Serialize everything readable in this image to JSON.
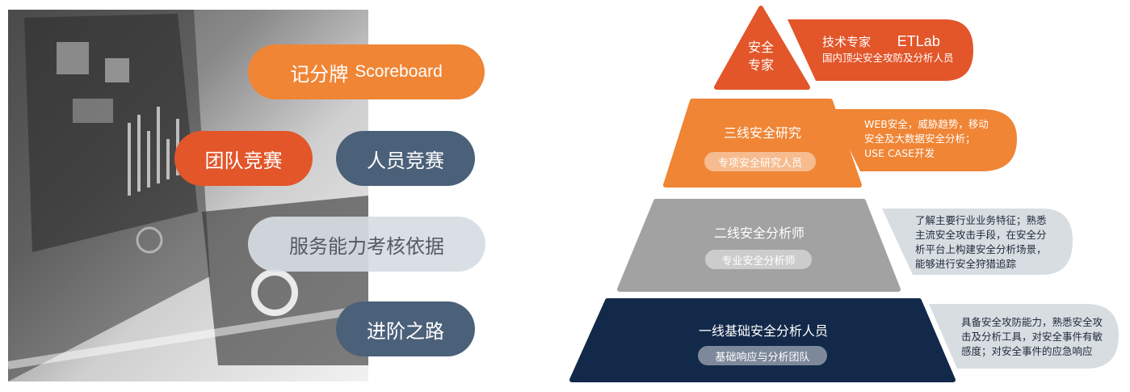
{
  "left_panel": {
    "scoreboard": {
      "cn": "记分牌",
      "en": "Scoreboard"
    },
    "team_match": "团队竞赛",
    "person_match": "人员竞赛",
    "assessment": "服务能力考核依据",
    "advance": "进阶之路"
  },
  "pyramid": {
    "tier1": {
      "title_line1": "安全",
      "title_line2": "专家",
      "note_title": "技术专家",
      "note_brand": "ETLab",
      "note_line": "国内顶尖安全攻防及分析人员"
    },
    "tier2": {
      "title": "三线安全研究",
      "tag": "专项安全研究人员",
      "note_lines": [
        "WEB安全，威胁趋势，移动",
        "安全及大数据安全分析；",
        "USE  CASE开发"
      ]
    },
    "tier3": {
      "title": "二线安全分析师",
      "tag": "专业安全分析师",
      "note_lines": [
        "了解主要行业业务特征；熟悉",
        "主流安全攻击手段，在安全分",
        "析平台上构建安全分析场景，",
        "能够进行安全狩猎追踪"
      ]
    },
    "tier4": {
      "title": "一线基础安全分析人员",
      "tag": "基础响应与分析团队",
      "note_lines": [
        "具备安全攻防能力，熟悉安全攻",
        "击及分析工具，对安全事件有敏",
        "感度；对安全事件的应急响应"
      ]
    }
  },
  "colors": {
    "orange_dark": "#e2562a",
    "orange": "#ef8535",
    "gray": "#a2a2a2",
    "gray_light": "#d8dde2",
    "navy": "#13294a",
    "slate": "#4b6079"
  }
}
